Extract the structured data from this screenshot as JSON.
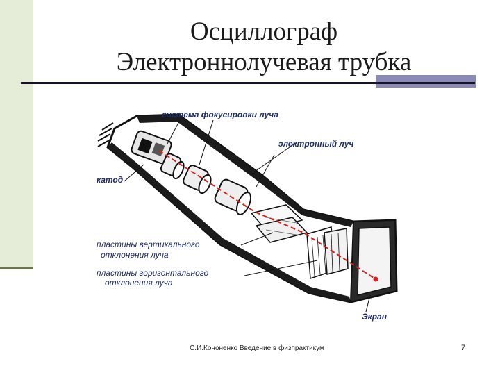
{
  "slide": {
    "title_line1": "Осциллограф",
    "title_line2": "Электроннолучевая трубка",
    "footer": "С.И.Кононенко Введение в физпрактикум",
    "page_number": "7"
  },
  "diagram": {
    "labels": {
      "focusing_system": "система фокусировки луча",
      "electron_beam": "электронный луч",
      "cathode": "катод",
      "vertical_plates_1": "пластины вертикального",
      "vertical_plates_2": "отклонения луча",
      "horizontal_plates_1": "пластины горизонтального",
      "horizontal_plates_2": "отклонения луча",
      "screen": "Экран"
    }
  },
  "colors": {
    "title_rule": "#17112a",
    "sidebar": "#e5ecd7",
    "accent_block": "#8b8ab5",
    "beam": "#d8211c",
    "label": "#1f2a6b"
  }
}
